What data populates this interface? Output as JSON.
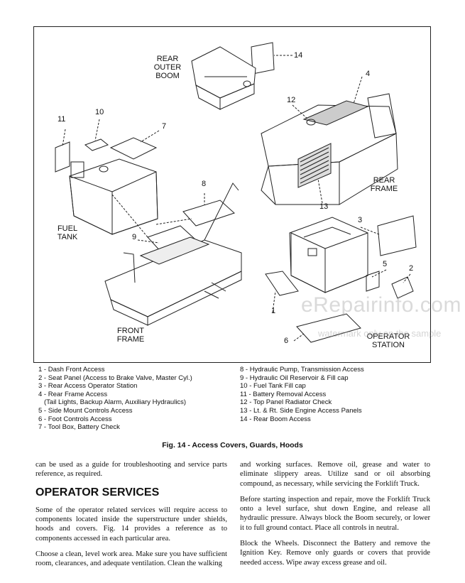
{
  "figure": {
    "group_labels": {
      "rear_outer_boom": "REAR\nOUTER\nBOOM",
      "fuel_tank": "FUEL\nTANK",
      "front_frame": "FRONT\nFRAME",
      "rear_frame": "REAR\nFRAME",
      "operator_station": "OPERATOR\nSTATION"
    },
    "callouts": [
      "1",
      "2",
      "3",
      "4",
      "5",
      "6",
      "7",
      "8",
      "9",
      "10",
      "11",
      "12",
      "13",
      "14"
    ],
    "watermark": "eRepairinfo.com",
    "watermark_note": "watermark only on the sample"
  },
  "legend": {
    "left": [
      "1 - Dash Front Access",
      "2 - Seat Panel (Access to Brake Valve, Master Cyl.)",
      "3 - Rear Access Operator Station",
      "4 - Rear Frame Access",
      "(Tail Lights, Backup Alarm, Auxiliary Hydraulics)",
      "5 - Side Mount Controls Access",
      "6 - Foot Controls Access",
      "7 - Tool Box, Battery Check"
    ],
    "right": [
      "8 - Hydraulic Pump, Transmission Access",
      "9 - Hydraulic Oil Reservoir & Fill cap",
      "10 - Fuel Tank Fill cap",
      "11 - Battery Removal Access",
      "12 - Top Panel Radiator Check",
      "13 - Lt. & Rt. Side Engine Access Panels",
      "14 - Rear Boom Access"
    ]
  },
  "caption": "Fig. 14 - Access Covers, Guards, Hoods",
  "body": {
    "left_col": {
      "p1": "can be used as a guide for troubleshooting and service parts reference, as required.",
      "heading": "OPERATOR SERVICES",
      "p2": "Some of the operator related services will require access to components located inside the superstructure under shields, hoods and covers. Fig. 14 provides a reference as to components accessed in each particular area.",
      "p3": "Choose a clean, level work area. Make sure you have sufficient room, clearances, and adequate ventilation. Clean the walking"
    },
    "right_col": {
      "p1": "and working surfaces. Remove oil, grease and water to eliminate slippery areas. Utilize sand or oil absorbing compound, as necessary, while servicing the Forklift Truck.",
      "p2": "Before starting inspection and repair, move the Forklift Truck onto a level surface, shut down Engine, and release all hydraulic pressure. Always block the Boom securely, or lower it to full ground contact. Place all controls in neutral.",
      "p3": "Block the Wheels. Disconnect the Battery and remove the Ignition Key. Remove only guards or covers that provide needed access. Wipe away excess grease and oil."
    }
  }
}
